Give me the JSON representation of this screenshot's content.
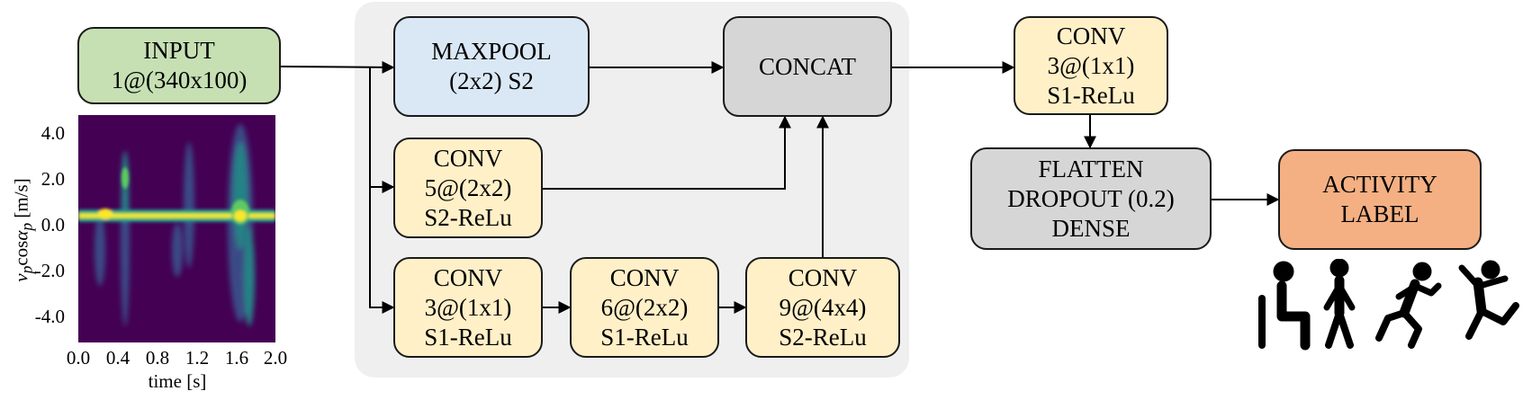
{
  "nodes": {
    "input": {
      "lines": [
        "INPUT",
        "1@(340x100)"
      ],
      "color": "#c6e0b4"
    },
    "maxpool": {
      "lines": [
        "MAXPOOL",
        "(2x2) S2"
      ],
      "color": "#dae8f5"
    },
    "concat": {
      "lines": [
        "CONCAT"
      ],
      "color": "#d6d6d6"
    },
    "conv_a": {
      "lines": [
        "CONV",
        "5@(2x2)",
        "S2-ReLu"
      ],
      "color": "#fff0c8"
    },
    "conv_b": {
      "lines": [
        "CONV",
        "3@(1x1)",
        "S1-ReLu"
      ],
      "color": "#fff0c8"
    },
    "conv_c": {
      "lines": [
        "CONV",
        "6@(2x2)",
        "S1-ReLu"
      ],
      "color": "#fff0c8"
    },
    "conv_d": {
      "lines": [
        "CONV",
        "9@(4x4)",
        "S2-ReLu"
      ],
      "color": "#fff0c8"
    },
    "conv_e": {
      "lines": [
        "CONV",
        "3@(1x1)",
        "S1-ReLu"
      ],
      "color": "#fff0c8"
    },
    "flatten": {
      "lines": [
        "FLATTEN",
        "DROPOUT (0.2)",
        "DENSE"
      ],
      "color": "#d6d6d6"
    },
    "label": {
      "lines": [
        "ACTIVITY",
        "LABEL"
      ],
      "color": "#f4b083"
    }
  },
  "edges": [
    {
      "from": "input",
      "to": "maxpool"
    },
    {
      "from": "input",
      "to": "conv_a"
    },
    {
      "from": "input",
      "to": "conv_b"
    },
    {
      "from": "maxpool",
      "to": "concat"
    },
    {
      "from": "conv_a",
      "to": "concat"
    },
    {
      "from": "conv_b",
      "to": "conv_c"
    },
    {
      "from": "conv_c",
      "to": "conv_d"
    },
    {
      "from": "conv_d",
      "to": "concat"
    },
    {
      "from": "concat",
      "to": "conv_e"
    },
    {
      "from": "conv_e",
      "to": "flatten"
    },
    {
      "from": "flatten",
      "to": "label"
    }
  ],
  "spectrogram": {
    "ylabel": "v_p cos α_p [m/s]",
    "ylabel_main": "v",
    "ylabel_sub1": "p",
    "ylabel_mid": "cos",
    "ylabel_alpha": "α",
    "ylabel_sub2": "p",
    "ylabel_unit": " [m/s]",
    "xlabel": "time [s]",
    "yticks": [
      "4.0",
      "2.0",
      "0.0",
      "-2.0",
      "-4.0"
    ],
    "xticks": [
      "0.0",
      "0.4",
      "0.8",
      "1.2",
      "1.6",
      "2.0"
    ],
    "colormap": [
      "#440154",
      "#3b528b",
      "#21918c",
      "#5ec962",
      "#fde725"
    ]
  },
  "activity_icons": [
    "sitting-person-icon",
    "walking-person-icon",
    "running-person-icon",
    "jumping-person-icon"
  ]
}
